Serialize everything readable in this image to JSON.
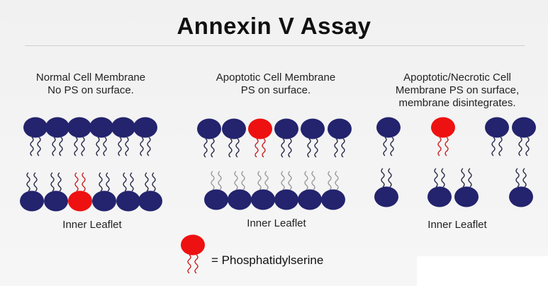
{
  "title": "Annexin V Assay",
  "panels": [
    {
      "title_line1": "Normal Cell Membrane",
      "title_line2": "No PS on surface.",
      "title_line3": "",
      "footer": "Inner Leaflet"
    },
    {
      "title_line1": "Apoptotic Cell Membrane",
      "title_line2": "PS on surface.",
      "title_line3": "",
      "footer": "Inner Leaflet"
    },
    {
      "title_line1": "Apoptotic/Necrotic Cell",
      "title_line2": "Membrane PS on surface,",
      "title_line3": "membrane disintegrates.",
      "footer": "Inner Leaflet"
    }
  ],
  "legend": {
    "label": "= Phosphatidylserine"
  },
  "colors": {
    "lipid_head": "#23236e",
    "ps_head": "#ee1111",
    "lipid_tail": "#2a2a4a",
    "inner_tail": "#9a9a9a",
    "ps_tail": "#cc2222"
  }
}
